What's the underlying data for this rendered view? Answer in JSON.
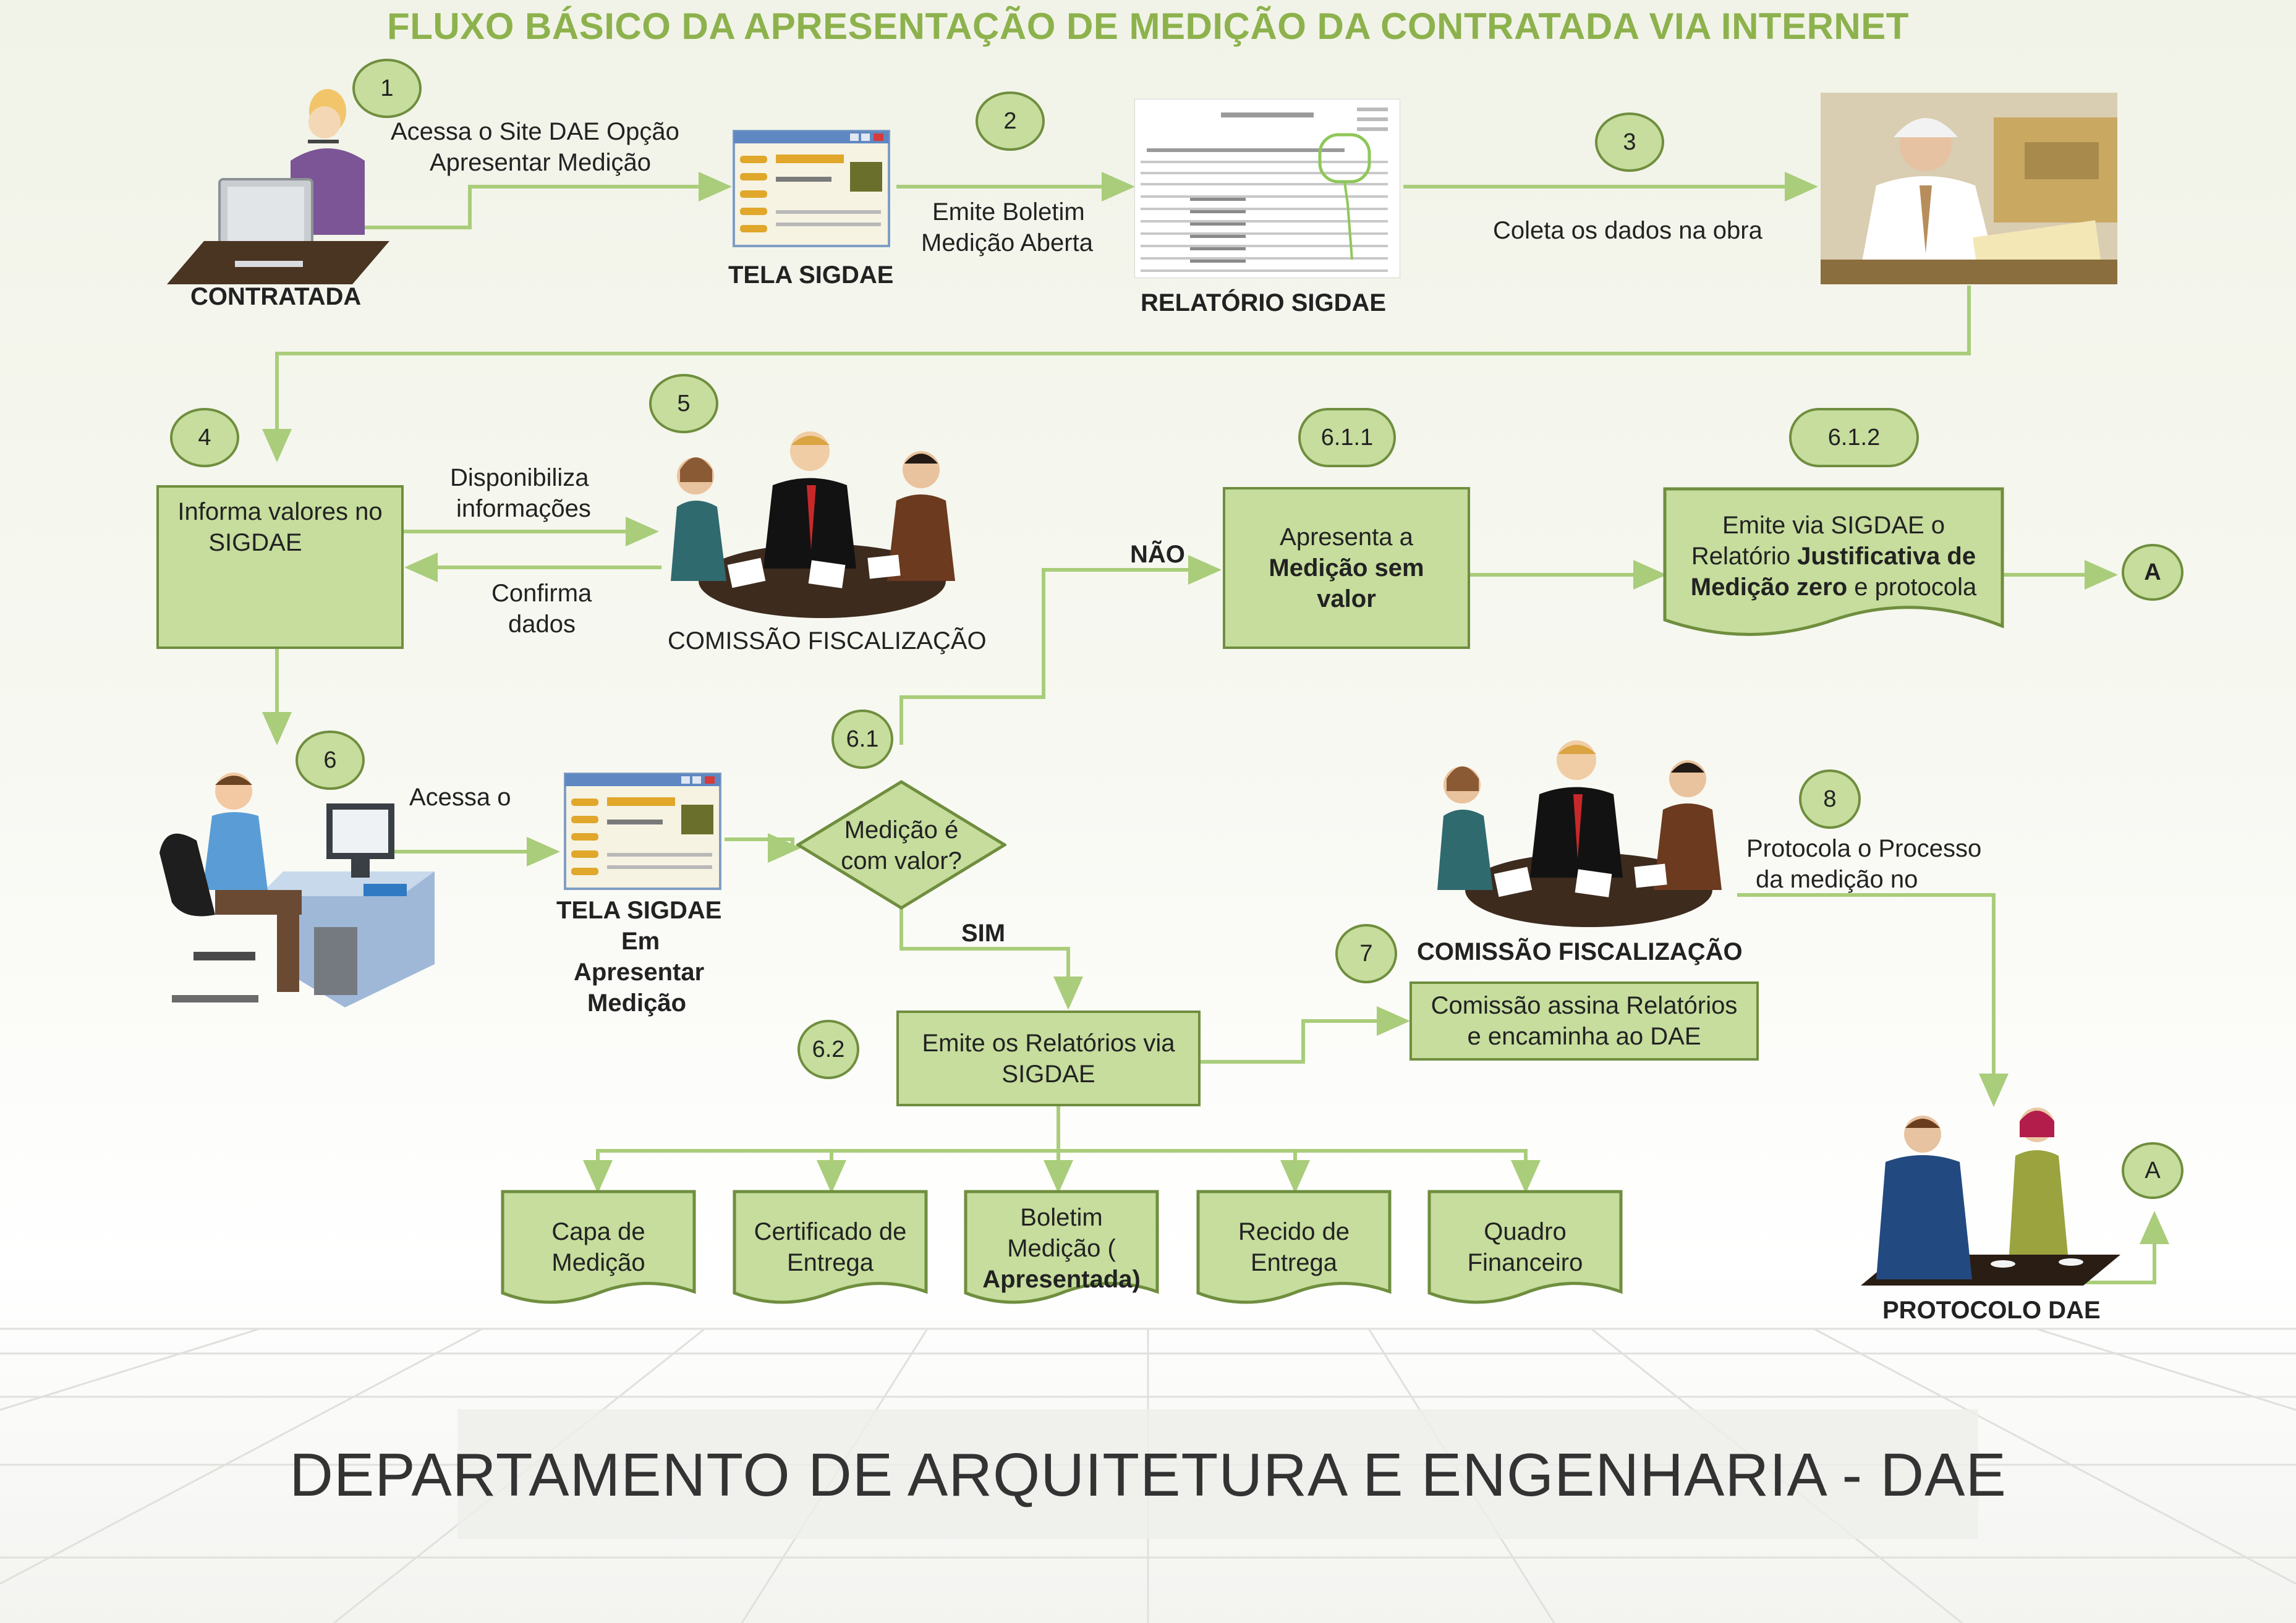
{
  "title": "FLUXO BÁSICO DA APRESENTAÇÃO DE MEDIÇÃO DA CONTRATADA VIA INTERNET",
  "footer": "DEPARTAMENTO DE ARQUITETURA E ENGENHARIA - DAE",
  "colors": {
    "title": "#8db24d",
    "box_fill": "#c6dd9d",
    "box_border": "#6f8e3e",
    "connector": "#a9cd7a"
  },
  "steps": {
    "s1": "1",
    "s2": "2",
    "s3": "3",
    "s4": "4",
    "s5": "5",
    "s6": "6",
    "s61": "6.1",
    "s611": "6.1.1",
    "s612": "6.1.2",
    "s62": "6.2",
    "s7": "7",
    "s8": "8",
    "connA1": "A",
    "connA2": "A"
  },
  "labels": {
    "contratada": "CONTRATADA",
    "step1_line1": "Acessa o Site DAE Opção",
    "step1_line2": "Apresentar Medição",
    "tela_sigdae_1": "TELA  SIGDAE",
    "step2_line1": "Emite Boletim",
    "step2_line2": "Medição Aberta",
    "relatorio_sigdae": "RELATÓRIO  SIGDAE",
    "step3": "Coleta os dados na obra",
    "disponibiliza_line1": "Disponibiliza",
    "disponibiliza_line2": "informações",
    "confirma_line1": "Confirma",
    "confirma_line2": "dados",
    "comissao_1": "COMISSÃO FISCALIZAÇÃO",
    "nao": "NÃO",
    "sim": "SIM",
    "acessa_o": "Acessa o",
    "tela_sigdae_2_line1": "TELA SIGDAE",
    "tela_sigdae_2_line2": "Em",
    "tela_sigdae_2_line3": "Apresentar",
    "tela_sigdae_2_line4": "Medição",
    "comissao_2": "COMISSÃO FISCALIZAÇÃO",
    "protocola_line1": "Protocola o Processo",
    "protocola_line2": "da medição no",
    "protocolo_dae": "PROTOCOLO DAE"
  },
  "boxes": {
    "informa_line1": "Informa valores no",
    "informa_line2": "SIGDAE",
    "decision_line1": "Medição é",
    "decision_line2": "com valor?",
    "apresenta_line1": "Apresenta a",
    "apresenta_line2": "Medição sem",
    "apresenta_line3": "valor",
    "emite_via_line1": "Emite via SIGDAE o",
    "emite_via_line2a": "Relatório ",
    "emite_via_line2b": "Justificativa de",
    "emite_via_line3a": "Medição zero",
    "emite_via_line3b": " e protocola",
    "emite_relatorios_line1": "Emite os Relatórios via",
    "emite_relatorios_line2": "SIGDAE",
    "comissao_assina_line1": "Comissão assina Relatórios",
    "comissao_assina_line2": "e encaminha ao DAE"
  },
  "documents": [
    {
      "line1": "Capa de",
      "line2": "Medição",
      "line3": ""
    },
    {
      "line1": "Certificado de",
      "line2": "Entrega",
      "line3": ""
    },
    {
      "line1": "Boletim",
      "line2": "Medição (",
      "line3": "Apresentada)"
    },
    {
      "line1": "Recido de",
      "line2": "Entrega",
      "line3": ""
    },
    {
      "line1": "Quadro",
      "line2": "Financeiro",
      "line3": ""
    }
  ]
}
